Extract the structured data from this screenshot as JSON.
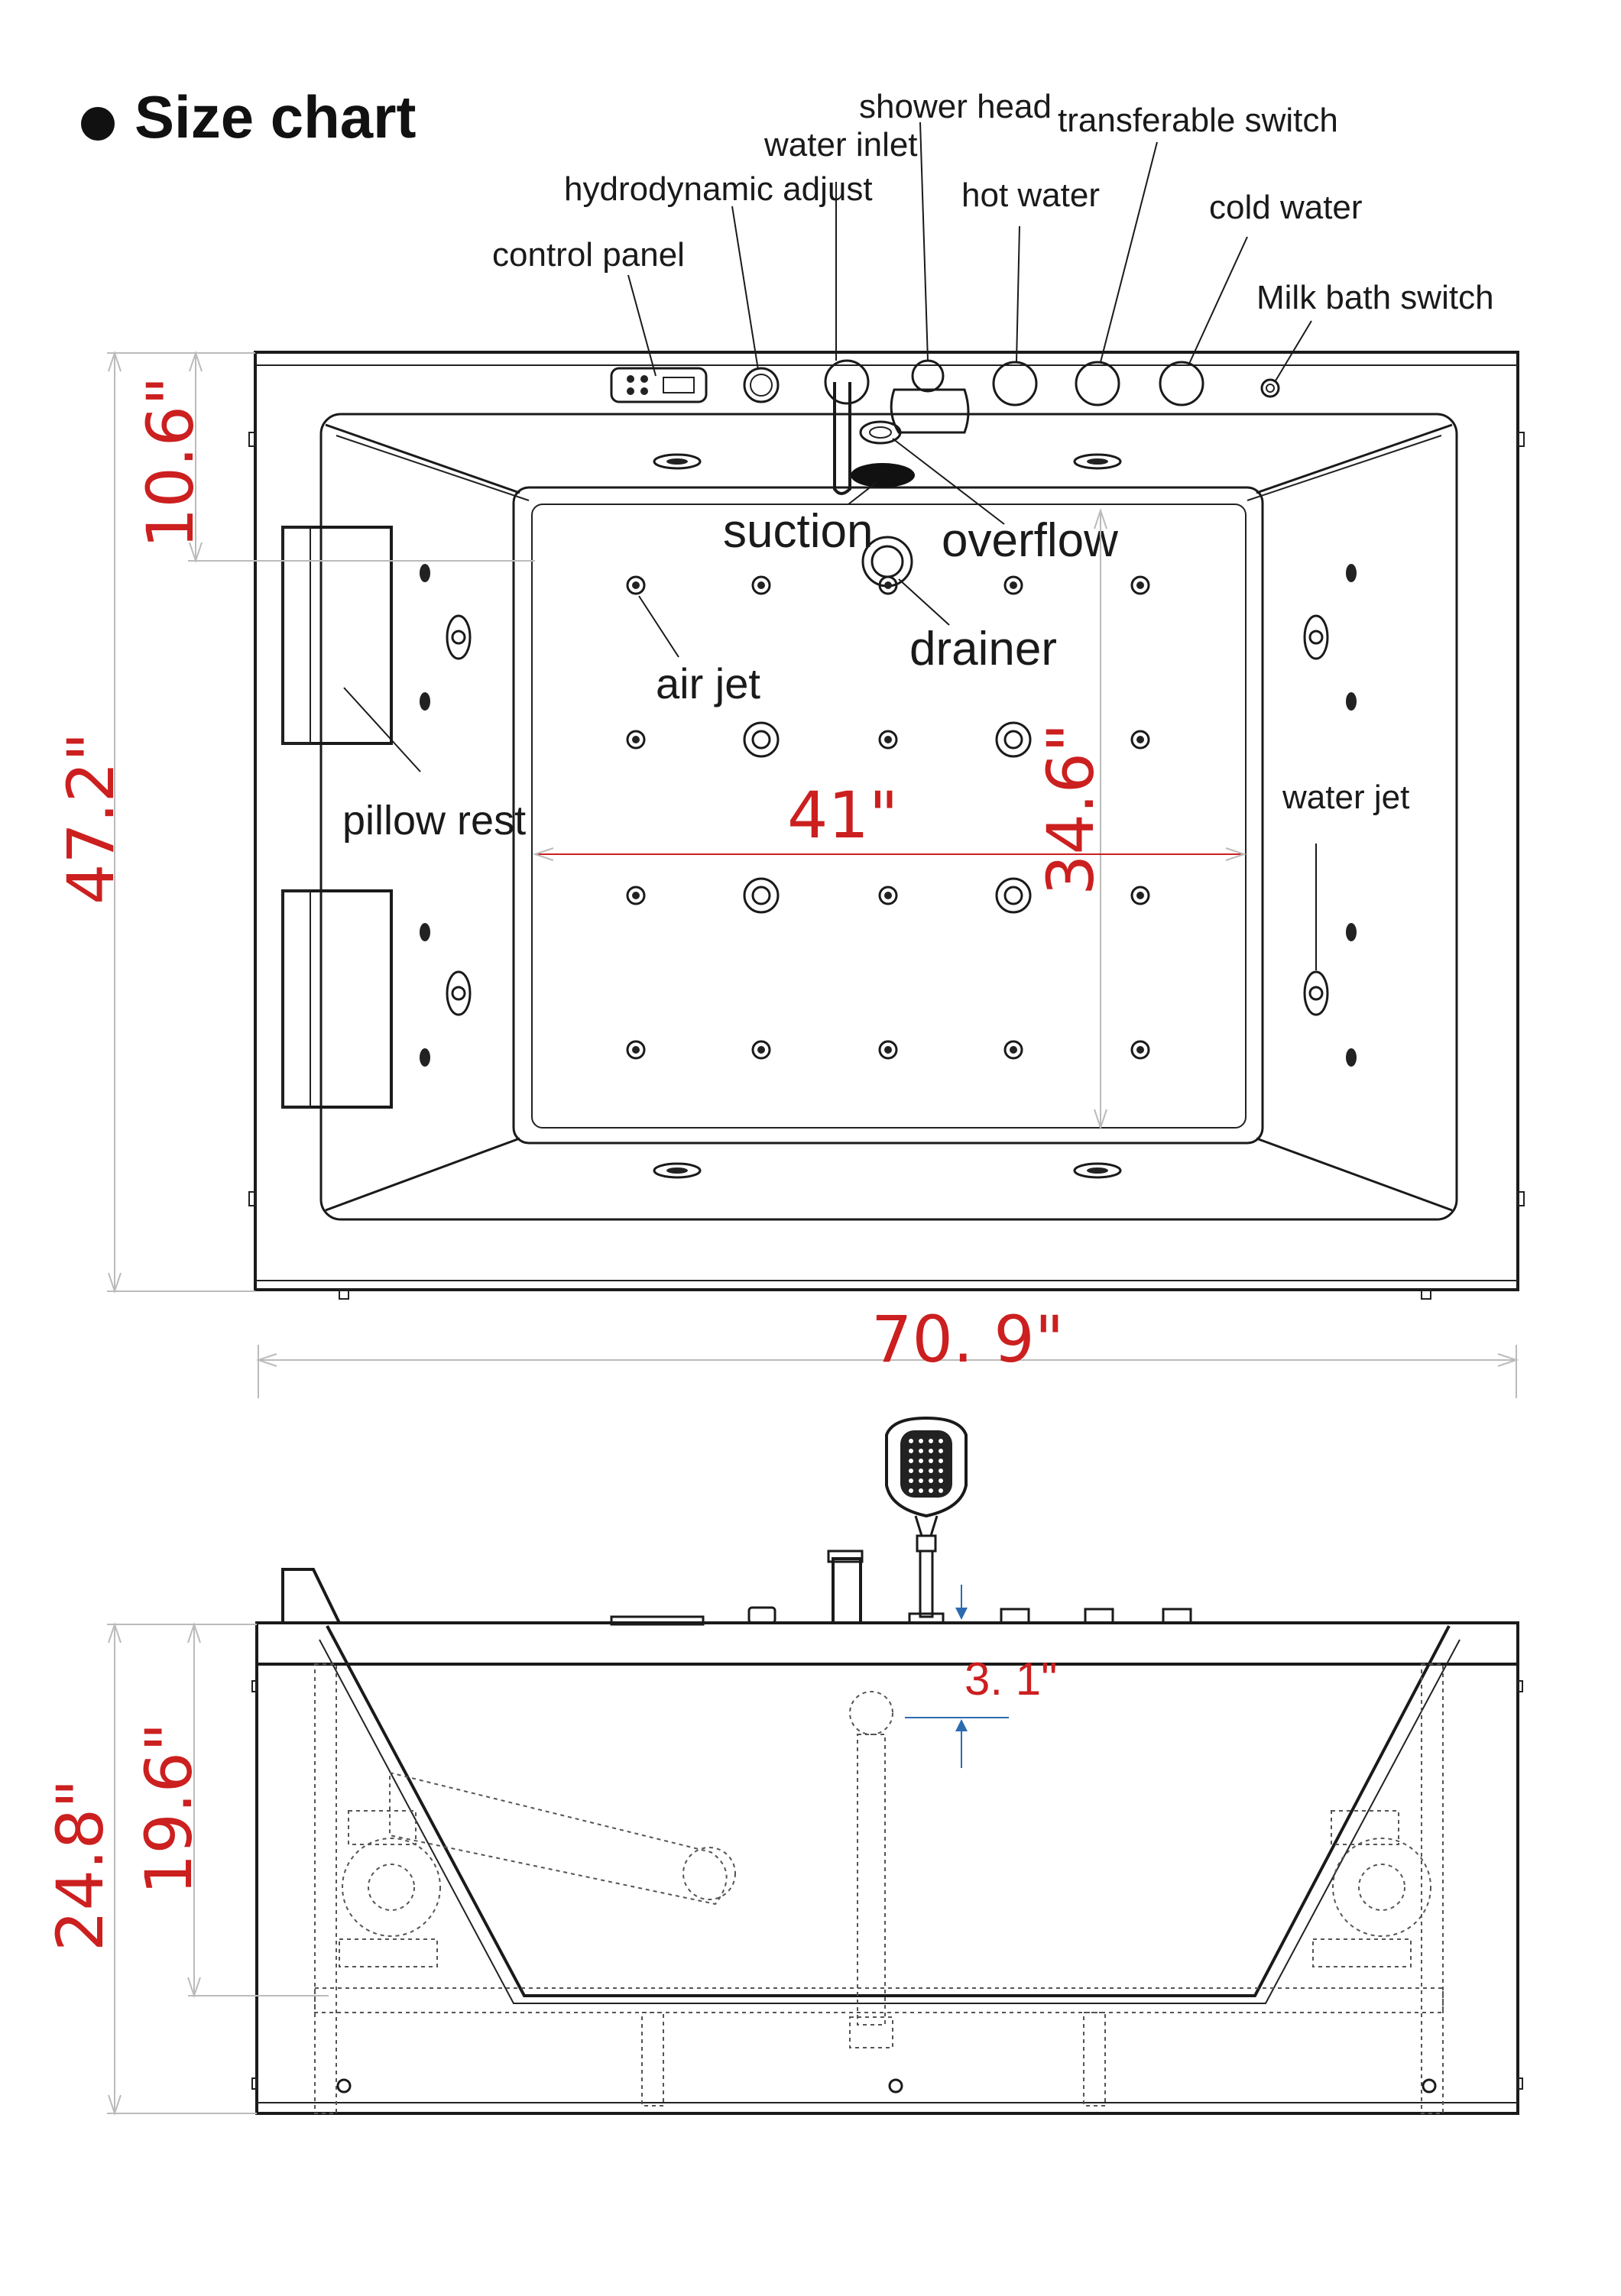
{
  "title": "Size chart",
  "colors": {
    "dimension": "#cc1f1f",
    "arrow": "#2b6cb0",
    "line": "#1a1a1a"
  },
  "labels": {
    "shower_head": "shower head",
    "water_inlet": "water inlet",
    "transferable_switch": "transferable switch",
    "hydrodynamic_adjust": "hydrodynamic adjust",
    "hot_water": "hot water",
    "cold_water": "cold water",
    "control_panel": "control panel",
    "milk_bath_switch": "Milk bath switch",
    "suction": "suction",
    "overflow": "overflow",
    "drainer": "drainer",
    "air_jet": "air jet",
    "pillow_rest": "pillow rest",
    "water_jet": "water jet"
  },
  "dimensions": {
    "headrest_depth": "10.6\"",
    "total_width": "47.2\"",
    "inner_length": "41\"",
    "inner_width": "34.6\"",
    "total_length": "70. 9\"",
    "deck_offset": "3. 1\"",
    "total_height": "24.8\"",
    "inner_depth": "19.6\""
  }
}
